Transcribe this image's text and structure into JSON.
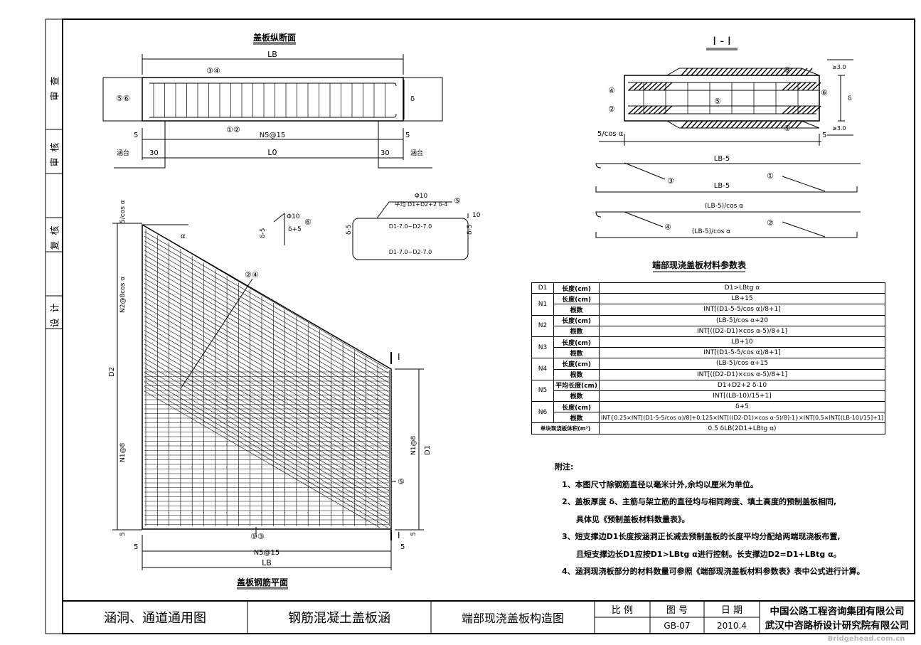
{
  "side_labels": [
    "审查",
    "审核",
    "复核",
    "设计"
  ],
  "section_titles": {
    "longitudinal": "盖板纵断面",
    "cross": "I - I",
    "plan": "盖板钢筋平面",
    "table": "端部现浇盖板材料参数表"
  },
  "dims": {
    "LB": "LB",
    "L0": "L0",
    "n5_15": "N5@15",
    "five": "5",
    "thirty": "30",
    "ten": "10",
    "n2_8": "N2@8cos α",
    "n1_8": "N1@8",
    "d2": "D2",
    "d1": "D1",
    "five_cos": "5/cos α",
    "lb_minus5": "LB-5",
    "lb5_cos": "(LB-5)/cos α",
    "phi10": "Φ10",
    "avg_len": "平均 D1+D2+2 δ-4",
    "d_delta": "δ-5",
    "d_delta_p5": "δ+5",
    "d1_d2": "D1-7.0~D2-7.0",
    "h3": "≥3.0",
    "delta": "δ",
    "alpha": "α",
    "roman_i": "I",
    "abut": "涵台"
  },
  "callouts": {
    "c34": "③④",
    "c56": "⑤⑥",
    "c12": "①②",
    "c24": "②④",
    "c13": "①③",
    "c1": "①",
    "c2": "②",
    "c3": "③",
    "c4": "④",
    "c5": "⑤",
    "c6": "⑥"
  },
  "table_rows": [
    {
      "id": "D1",
      "name": "长度(cm)",
      "formula": "D1>LBtg α"
    },
    {
      "id": "N1",
      "name": "长度(cm)",
      "formula": "LB+15"
    },
    {
      "id": "",
      "name": "根数",
      "formula": "INT[(D1-5-5/cos α)/8+1]"
    },
    {
      "id": "N2",
      "name": "长度(cm)",
      "formula": "(LB-5)/cos α+20"
    },
    {
      "id": "",
      "name": "根数",
      "formula": "INT[((D2-D1)×cos α-5)/8+1]"
    },
    {
      "id": "N3",
      "name": "长度(cm)",
      "formula": "LB+10"
    },
    {
      "id": "",
      "name": "根数",
      "formula": "INT[(D1-5-5/cos α)/8+1]"
    },
    {
      "id": "N4",
      "name": "长度(cm)",
      "formula": "(LB-5)/cos α+15"
    },
    {
      "id": "",
      "name": "根数",
      "formula": "INT[((D2-D1)×cos α-5)/8+1]"
    },
    {
      "id": "N5",
      "name": "平均长度(cm)",
      "formula": "D1+D2+2 δ-10"
    },
    {
      "id": "",
      "name": "根数",
      "formula": "INT[(LB-10)/15+1]"
    },
    {
      "id": "N6",
      "name": "长度(cm)",
      "formula": "δ+5"
    },
    {
      "id": "",
      "name": "根数",
      "formula": "INT{0.25×INT[(D1-5-5/cos α)/8]+0.125×INT[((D2-D1)×cos α-5)/8]-1}×INT[0.5×INT[(LB-10)/15]+1]"
    },
    {
      "id": "单块现浇板体积(m³)",
      "name": "",
      "formula": "0.5 δLB(2D1+LBtg α)"
    }
  ],
  "notes": {
    "head": "附注:",
    "n1": "1、本图尺寸除钢筋直径以毫米计外,余均以厘米为单位。",
    "n2": "2、盖板厚度 δ、主筋与架立筋的直径均与相同跨度、填土高度的预制盖板相同,",
    "n2b": "具体见《预制盖板材料数量表》。",
    "n3": "3、短支撑边D1长度按涵洞正长减去预制盖板的长度平均分配给两端现浇板布置,",
    "n3b": "且短支撑边长D1应按D1>LBtg α进行控制。长支撑边D2=D1+LBtg α。",
    "n4": "4、涵洞现浇板部分的材料数量可参照《端部现浇盖板材料参数表》表中公式进行计算。"
  },
  "title_block": {
    "category": "涵洞、通道通用图",
    "type": "钢筋混凝土盖板涵",
    "drawing": "端部现浇盖板构造图",
    "scale_label": "比 例",
    "no_label": "图 号",
    "date_label": "日 期",
    "no": "GB-07",
    "date": "2010.4",
    "org1": "中国公路工程咨询集团有限公司",
    "org2": "武汉中咨路桥设计研究院有限公司",
    "watermark": "Bridgehead.com.cn"
  }
}
